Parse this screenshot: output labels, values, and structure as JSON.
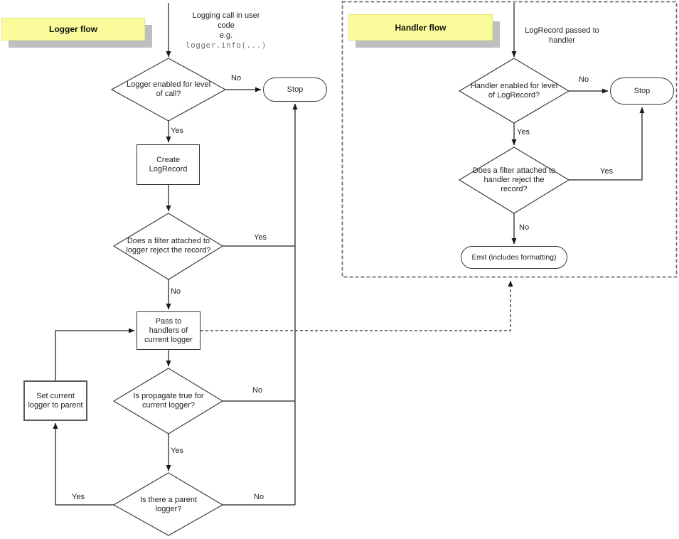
{
  "colors": {
    "note_yellow": "#fbfb9b",
    "note_shadow": "#bfbfbf",
    "line": "#454545",
    "code_text_gray": "#707070"
  },
  "logger_flow": {
    "title": "Logger flow",
    "entry": {
      "lines": [
        "Logging call in user",
        "code",
        "e.g."
      ],
      "code": "logger.info(...)"
    },
    "nodes": {
      "enabled_question": "Logger enabled for level of call?",
      "stop": "Stop",
      "create_logrecord": "Create LogRecord",
      "filter_question": "Does a filter attached to logger reject the record?",
      "pass_to_handlers": "Pass to handlers of current logger",
      "propagate_question": "Is propagate true for current logger?",
      "set_current_logger": "Set current logger to parent",
      "parent_question": "Is there a parent logger?"
    },
    "edges": {
      "enabled_no": "No",
      "enabled_yes": "Yes",
      "filter_yes": "Yes",
      "filter_no": "No",
      "propagate_no": "No",
      "propagate_yes": "Yes",
      "parent_yes": "Yes",
      "parent_no": "No"
    }
  },
  "handler_flow": {
    "title": "Handler flow",
    "entry": {
      "text": "LogRecord passed to handler"
    },
    "nodes": {
      "enabled_question": "Handler enabled for level of LogRecord?",
      "stop": "Stop",
      "filter_question": "Does a filter attached to handler reject the record?",
      "emit": "Emit (includes formatting)"
    },
    "edges": {
      "enabled_no": "No",
      "enabled_yes": "Yes",
      "filter_yes": "Yes",
      "filter_no": "No"
    }
  }
}
